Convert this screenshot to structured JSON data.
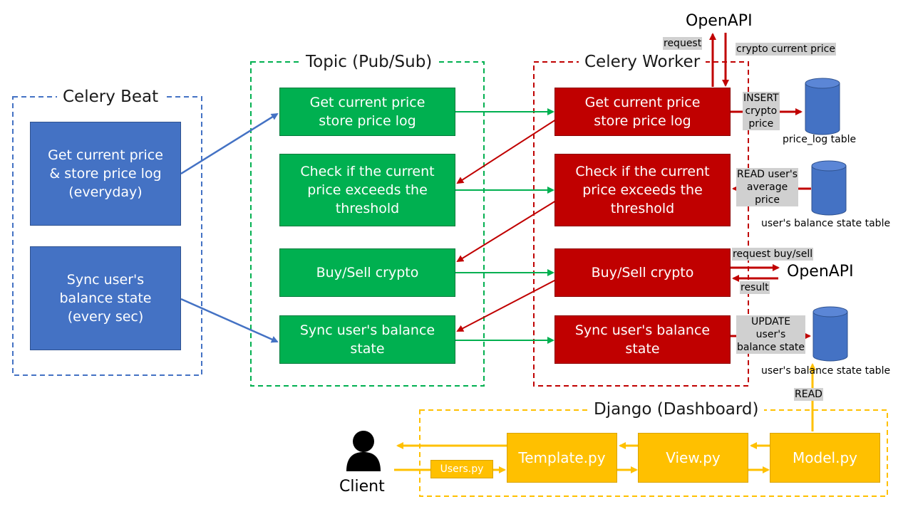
{
  "groups": {
    "celery_beat": "Celery Beat",
    "topic": "Topic (Pub/Sub)",
    "celery_worker": "Celery Worker",
    "django": "Django (Dashboard)"
  },
  "beat": {
    "task1": "Get current price\n& store price log\n(everyday)",
    "task2": "Sync user's\nbalance state\n(every sec)"
  },
  "topic": {
    "t1": "Get current price\nstore price log",
    "t2": "Check if the current\nprice exceeds the\nthreshold",
    "t3": "Buy/Sell crypto",
    "t4": "Sync user's balance\nstate"
  },
  "worker": {
    "w1": "Get current price\nstore price log",
    "w2": "Check if the current\nprice exceeds the\nthreshold",
    "w3": "Buy/Sell crypto",
    "w4": "Sync user's balance\nstate"
  },
  "external": {
    "openapi_top": "OpenAPI",
    "openapi_mid": "OpenAPI",
    "request": "request",
    "crypto_current_price": "crypto current price",
    "insert": "INSERT\ncrypto\nprice",
    "price_log_table": "price_log table",
    "read_avg": "READ user's\naverage\nprice",
    "balance_table_1": "user's balance state table",
    "request_buy_sell": "request buy/sell",
    "result": "result",
    "update": "UPDATE\nuser's\nbalance state",
    "balance_table_2": "user's balance state table",
    "read": "READ"
  },
  "django": {
    "template": "Template.py",
    "view": "View.py",
    "model": "Model.py",
    "users": "Users.py",
    "client": "Client"
  },
  "colors": {
    "blue": "#4472c4",
    "green": "#00b050",
    "red": "#c00000",
    "yellow": "#ffc000"
  },
  "icons": {
    "client": "person-icon",
    "database": "database-cylinder-icon"
  }
}
